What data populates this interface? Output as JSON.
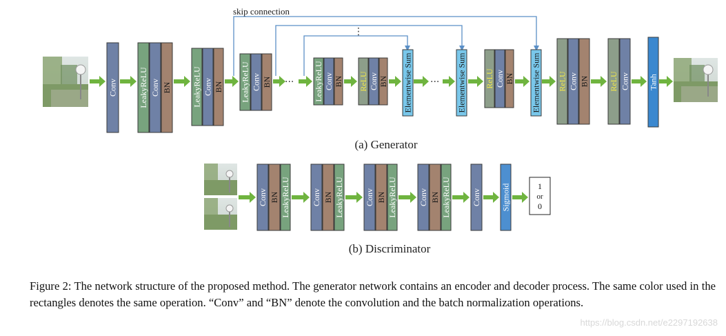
{
  "labels": {
    "conv": "Conv",
    "bn": "BN",
    "leaky": "LeakyReLU",
    "relu": "ReLU",
    "sum": "Elementwise Sum",
    "tanh": "Tanh",
    "sigmoid": "Sigmoid"
  },
  "generator": {
    "skip_label": "skip connection",
    "ellipsis": "···",
    "vdots": "⋮",
    "caption": "(a) Generator"
  },
  "discriminator": {
    "caption": "(b) Discriminator",
    "output": [
      "1",
      "or",
      "0"
    ]
  },
  "figure_caption": "Figure 2: The network structure of the proposed method. The generator network contains an encoder and decoder process. The same color used in the rectangles denotes the same operation. “Conv” and “BN” denote the convolution and the batch normalization operations.",
  "watermark": "https://blog.csdn.net/e2297192638",
  "colors": {
    "conv": "#6f81a6",
    "bn": "#a3836f",
    "leaky": "#78a37e",
    "relu_block": "#8d9e8a",
    "relu_text": "#f2e84a",
    "sum": "#79c7ea",
    "tanh": "#3b88cf",
    "sigmoid": "#4d8fd0",
    "arrow": "#6fb43f",
    "skip": "#5a8fc7"
  }
}
